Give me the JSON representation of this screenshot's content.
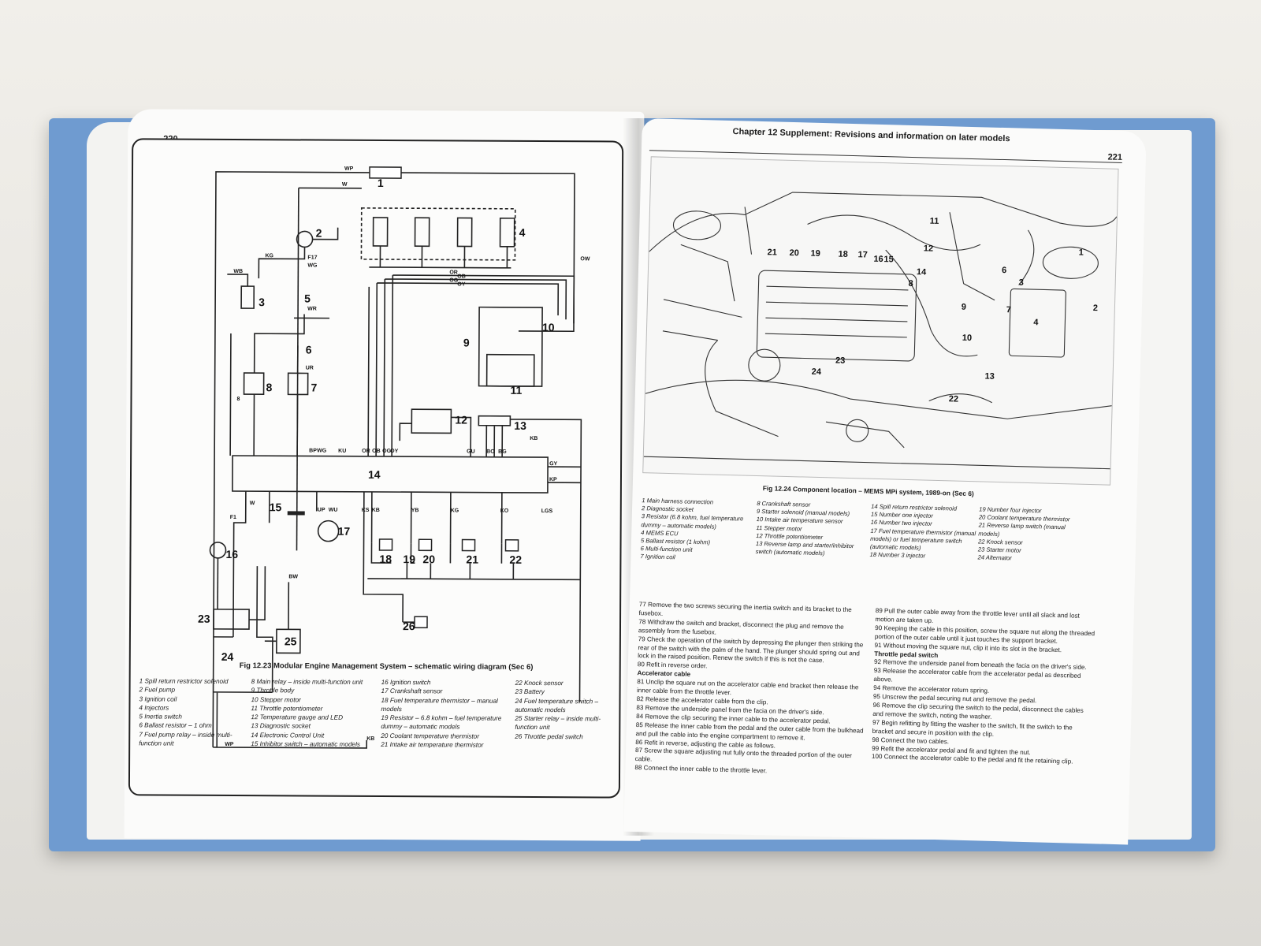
{
  "left_page": {
    "page_number": "220",
    "figure_caption": "Fig 12.23 Modular Engine Management System – schematic wiring diagram (Sec 6)",
    "component_labels": [
      "1",
      "2",
      "3",
      "4",
      "5",
      "6",
      "7",
      "8",
      "9",
      "10",
      "11",
      "12",
      "13",
      "14",
      "15",
      "16",
      "17",
      "18",
      "19",
      "20",
      "21",
      "22",
      "23",
      "24",
      "25",
      "26"
    ],
    "wire_labels": [
      "WP",
      "W",
      "WB",
      "KG",
      "WG",
      "WR",
      "OW",
      "OR",
      "OB",
      "OG",
      "OY",
      "W",
      "UR",
      "8",
      "KB",
      "GY",
      "KP",
      "BP",
      "WG",
      "KU",
      "OR",
      "OB",
      "OG",
      "OY",
      "GU",
      "BO",
      "BG",
      "UP",
      "WU",
      "KS",
      "KB",
      "YB",
      "KG",
      "KO",
      "LGS",
      "BW",
      "WP",
      "KB",
      "F17",
      "F1"
    ],
    "legend": [
      [
        "1 Spill return restrictor solenoid",
        "2 Fuel pump",
        "3 Ignition coil",
        "4 Injectors",
        "5 Inertia switch",
        "6 Ballast resistor – 1 ohm",
        "7 Fuel pump relay – inside multi-function unit"
      ],
      [
        "8 Main relay – inside multi-function unit",
        "9 Throttle body",
        "10 Stepper motor",
        "11 Throttle potentiometer",
        "12 Temperature gauge and LED",
        "13 Diagnostic socket",
        "14 Electronic Control Unit",
        "15 Inhibitor switch – automatic models"
      ],
      [
        "16 Ignition switch",
        "17 Crankshaft sensor",
        "18 Fuel temperature thermistor – manual models",
        "19 Resistor – 6.8 kohm – fuel temperature dummy – automatic models",
        "20 Coolant temperature thermistor",
        "21 Intake air temperature thermistor"
      ],
      [
        "22 Knock sensor",
        "23 Battery",
        "24 Fuel temperature switch – automatic models",
        "25 Starter relay – inside multi-function unit",
        "26 Throttle pedal switch"
      ]
    ]
  },
  "right_page": {
    "chapter_header": "Chapter 12  Supplement: Revisions and information on later models",
    "page_number": "221",
    "photo_labels": [
      "1",
      "2",
      "3",
      "4",
      "6",
      "7",
      "8",
      "9",
      "10",
      "11",
      "12",
      "13",
      "14",
      "15",
      "16",
      "17",
      "18",
      "19",
      "20",
      "21",
      "22",
      "23",
      "24"
    ],
    "figure_caption": "Fig 12.24 Component location – MEMS MPi system, 1989-on (Sec 6)",
    "legend": [
      [
        "1 Main harness connection",
        "2 Diagnostic socket",
        "3 Resistor (6.8 kohm, fuel temperature dummy – automatic models)",
        "4 MEMS ECU",
        "5 Ballast resistor (1 kohm)",
        "6 Multi-function unit",
        "7 Ignition coil"
      ],
      [
        "8 Crankshaft sensor",
        "9 Starter solenoid (manual models)",
        "10 Intake air temperature sensor",
        "11 Stepper motor",
        "12 Throttle potentiometer",
        "13 Reverse lamp and starter/inhibitor switch (automatic models)"
      ],
      [
        "14 Spill return restrictor solenoid",
        "15 Number one injector",
        "16 Number two injector",
        "17 Fuel temperature thermistor (manual models) or fuel temperature switch (automatic models)",
        "18 Number 3 injector"
      ],
      [
        "19 Number four injector",
        "20 Coolant temperature thermistor",
        "21 Reverse lamp switch (manual models)",
        "22 Knock sensor",
        "23 Starter motor",
        "24 Alternator"
      ]
    ],
    "text_col1": [
      {
        "t": "p",
        "v": "77 Remove the two screws securing the inertia switch and its bracket to the fusebox."
      },
      {
        "t": "p",
        "v": "78 Withdraw the switch and bracket, disconnect the plug and remove the assembly from the fusebox."
      },
      {
        "t": "p",
        "v": "79 Check the operation of the switch by depressing the plunger then striking the rear of the switch with the palm of the hand. The plunger should spring out and lock in the raised position. Renew the switch if this is not the case."
      },
      {
        "t": "p",
        "v": "80 Refit in reverse order."
      },
      {
        "t": "h",
        "v": "Accelerator cable"
      },
      {
        "t": "p",
        "v": "81 Unclip the square nut on the accelerator cable end bracket then release the inner cable from the throttle lever."
      },
      {
        "t": "p",
        "v": "82 Release the accelerator cable from the clip."
      },
      {
        "t": "p",
        "v": "83 Remove the underside panel from the facia on the driver's side."
      },
      {
        "t": "p",
        "v": "84 Remove the clip securing the inner cable to the accelerator pedal."
      },
      {
        "t": "p",
        "v": "85 Release the inner cable from the pedal and the outer cable from the bulkhead and pull the cable into the engine compartment to remove it."
      },
      {
        "t": "p",
        "v": "86 Refit in reverse, adjusting the cable as follows."
      },
      {
        "t": "p",
        "v": "87 Screw the square adjusting nut fully onto the threaded portion of the outer cable."
      },
      {
        "t": "p",
        "v": "88 Connect the inner cable to the throttle lever."
      }
    ],
    "text_col2": [
      {
        "t": "p",
        "v": "89 Pull the outer cable away from the throttle lever until all slack and lost motion are taken up."
      },
      {
        "t": "p",
        "v": "90 Keeping the cable in this position, screw the square nut along the threaded portion of the outer cable until it just touches the support bracket."
      },
      {
        "t": "p",
        "v": "91 Without moving the square nut, clip it into its slot in the bracket."
      },
      {
        "t": "h",
        "v": "Throttle pedal switch"
      },
      {
        "t": "p",
        "v": "92 Remove the underside panel from beneath the facia on the driver's side."
      },
      {
        "t": "p",
        "v": "93 Release the accelerator cable from the accelerator pedal as described above."
      },
      {
        "t": "p",
        "v": "94 Remove the accelerator return spring."
      },
      {
        "t": "p",
        "v": "95 Unscrew the pedal securing nut and remove the pedal."
      },
      {
        "t": "p",
        "v": "96 Remove the clip securing the switch to the pedal, disconnect the cables and remove the switch, noting the washer."
      },
      {
        "t": "p",
        "v": "97 Begin refitting by fitting the washer to the switch, fit the switch to the bracket and secure in position with the clip."
      },
      {
        "t": "p",
        "v": "98 Connect the two cables."
      },
      {
        "t": "p",
        "v": "99 Refit the accelerator pedal and fit and tighten the nut."
      },
      {
        "t": "p",
        "v": "100 Connect the accelerator cable to the pedal and fit the retaining clip."
      }
    ]
  },
  "colors": {
    "cover": "#6f9bd0",
    "paper": "#fbfbfa",
    "ink": "#1b1b1b",
    "table": "#e9e7e2"
  }
}
